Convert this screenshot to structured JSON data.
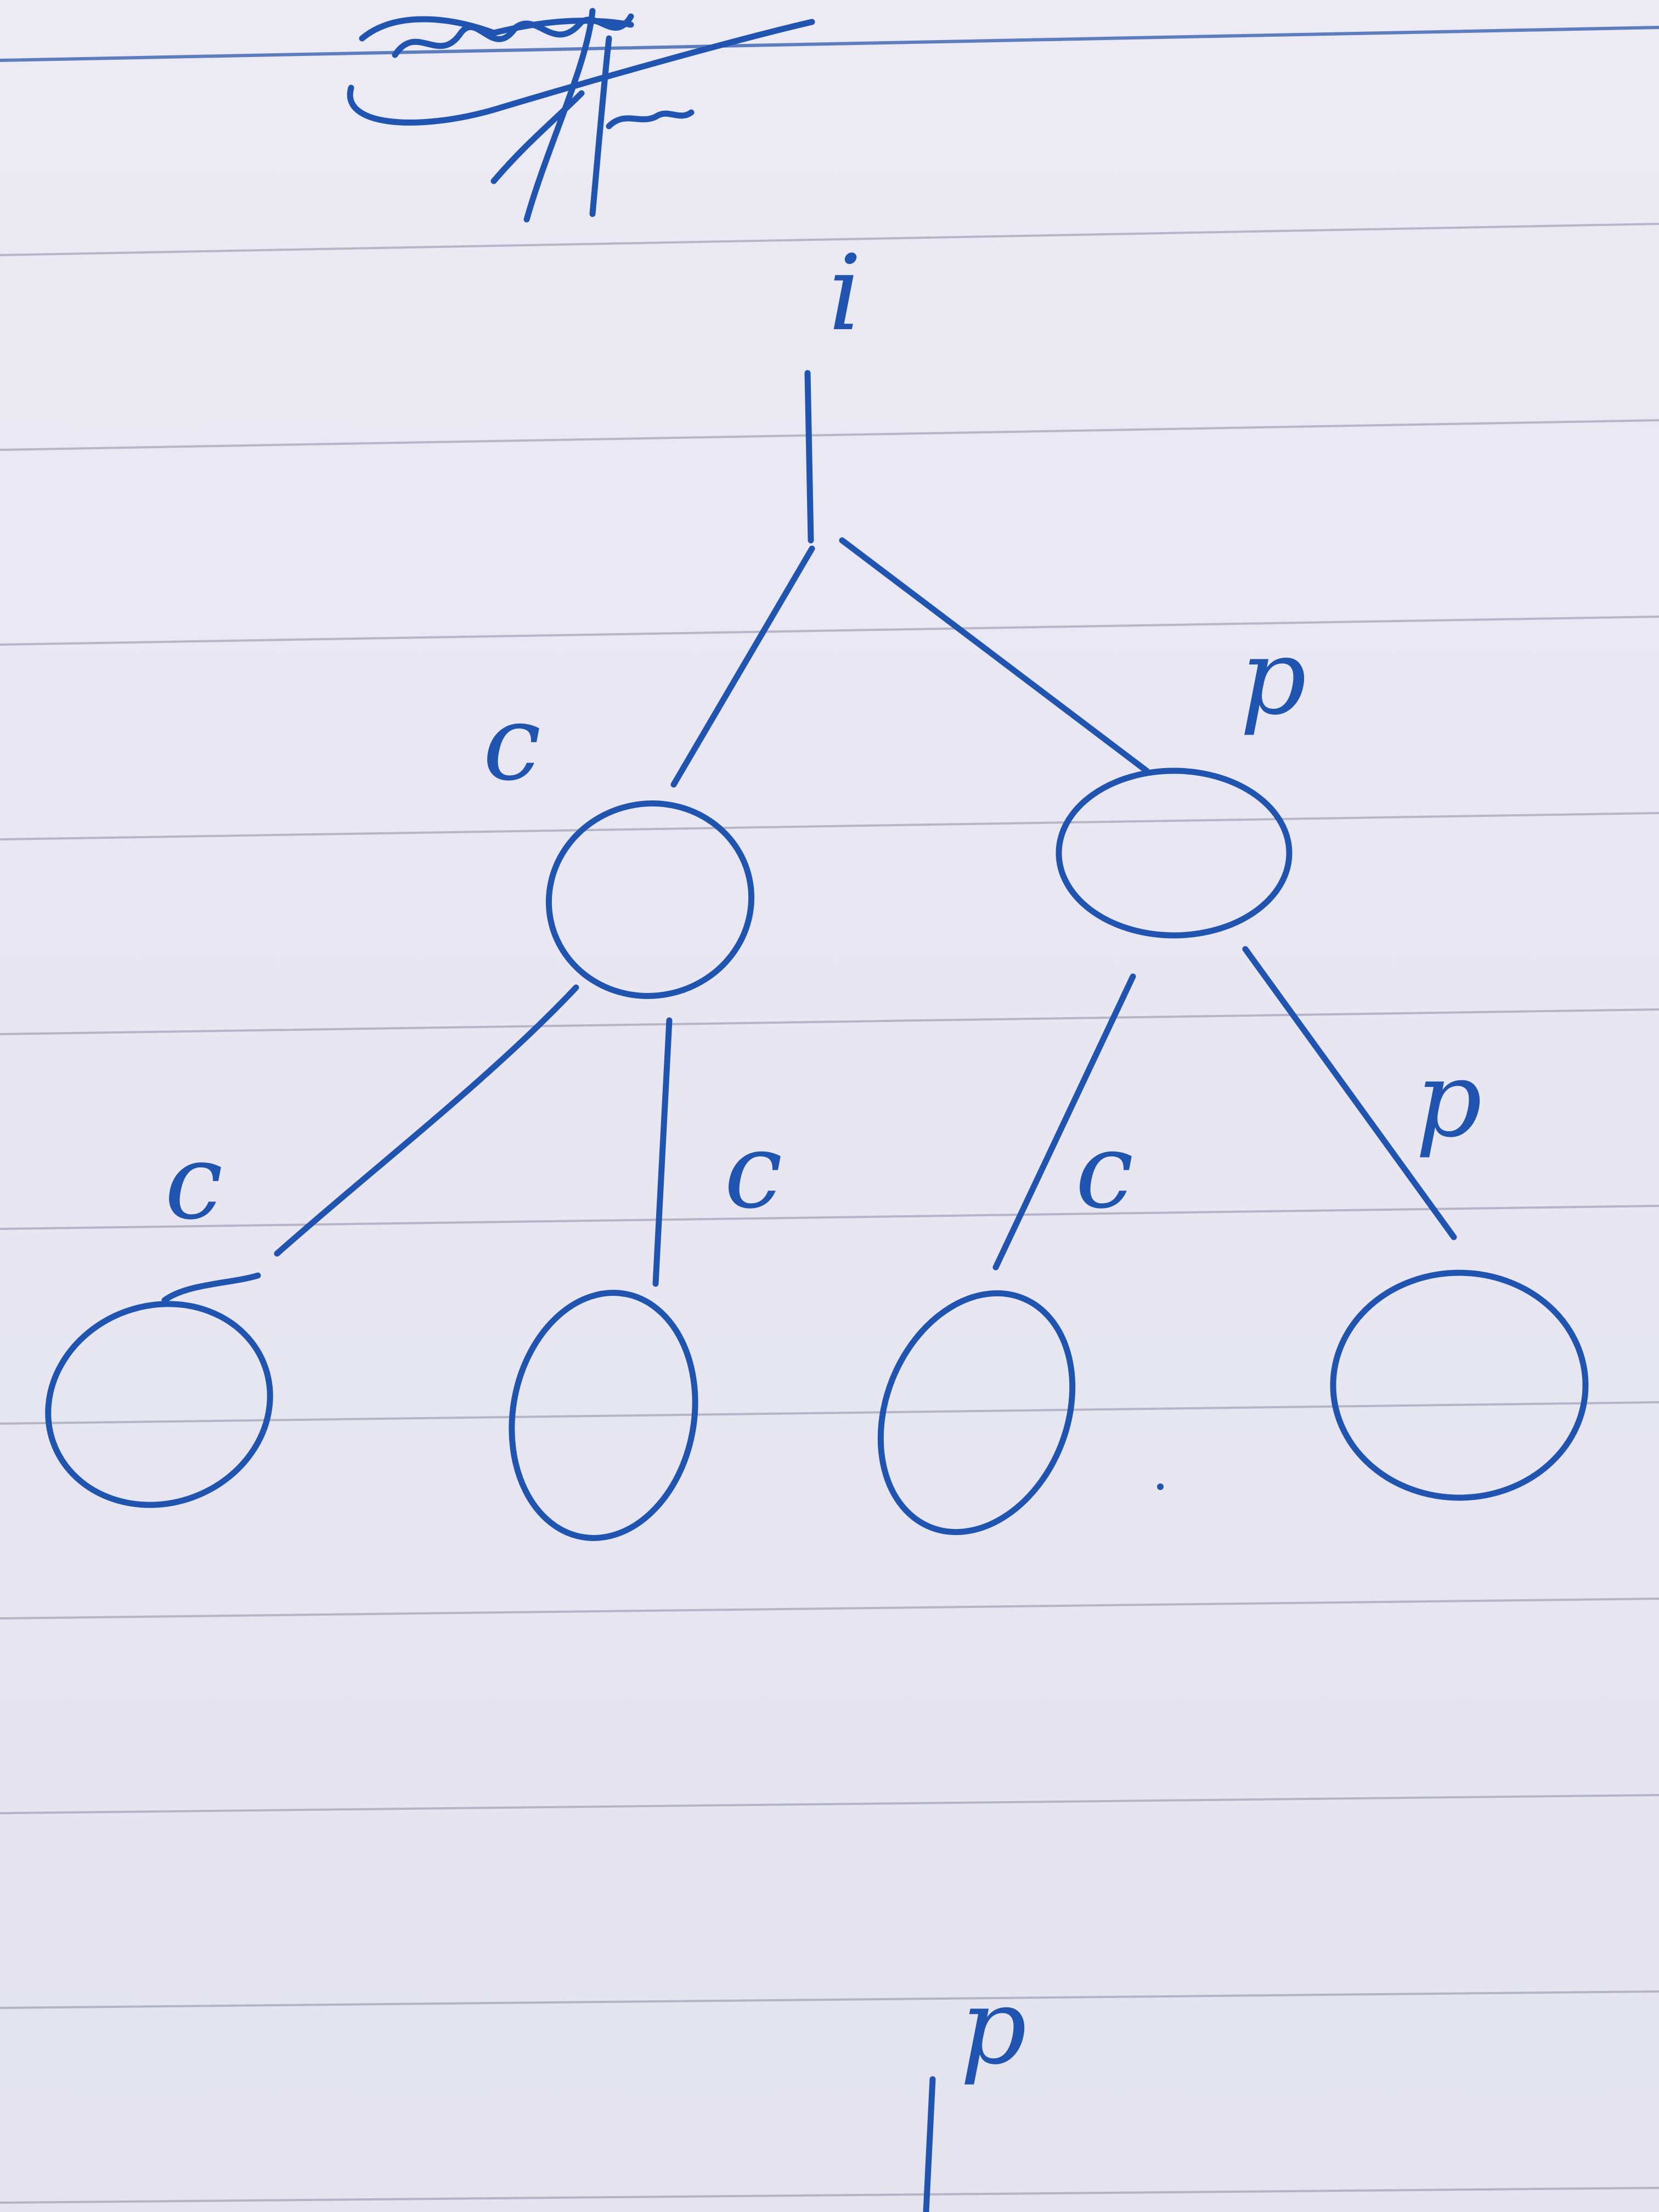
{
  "diagram": {
    "root_label": "i",
    "nodes": [
      {
        "id": "n-left",
        "edge_label": "c"
      },
      {
        "id": "n-right",
        "edge_label": "p"
      },
      {
        "id": "n-ll",
        "edge_label": "c"
      },
      {
        "id": "n-lr",
        "edge_label": "c"
      },
      {
        "id": "n-rl",
        "edge_label": "c"
      },
      {
        "id": "n-rr",
        "edge_label": "p"
      }
    ],
    "bottom_label": "p",
    "ink_color": "#1f55b0",
    "paper_line_color": "#8f8da3"
  }
}
